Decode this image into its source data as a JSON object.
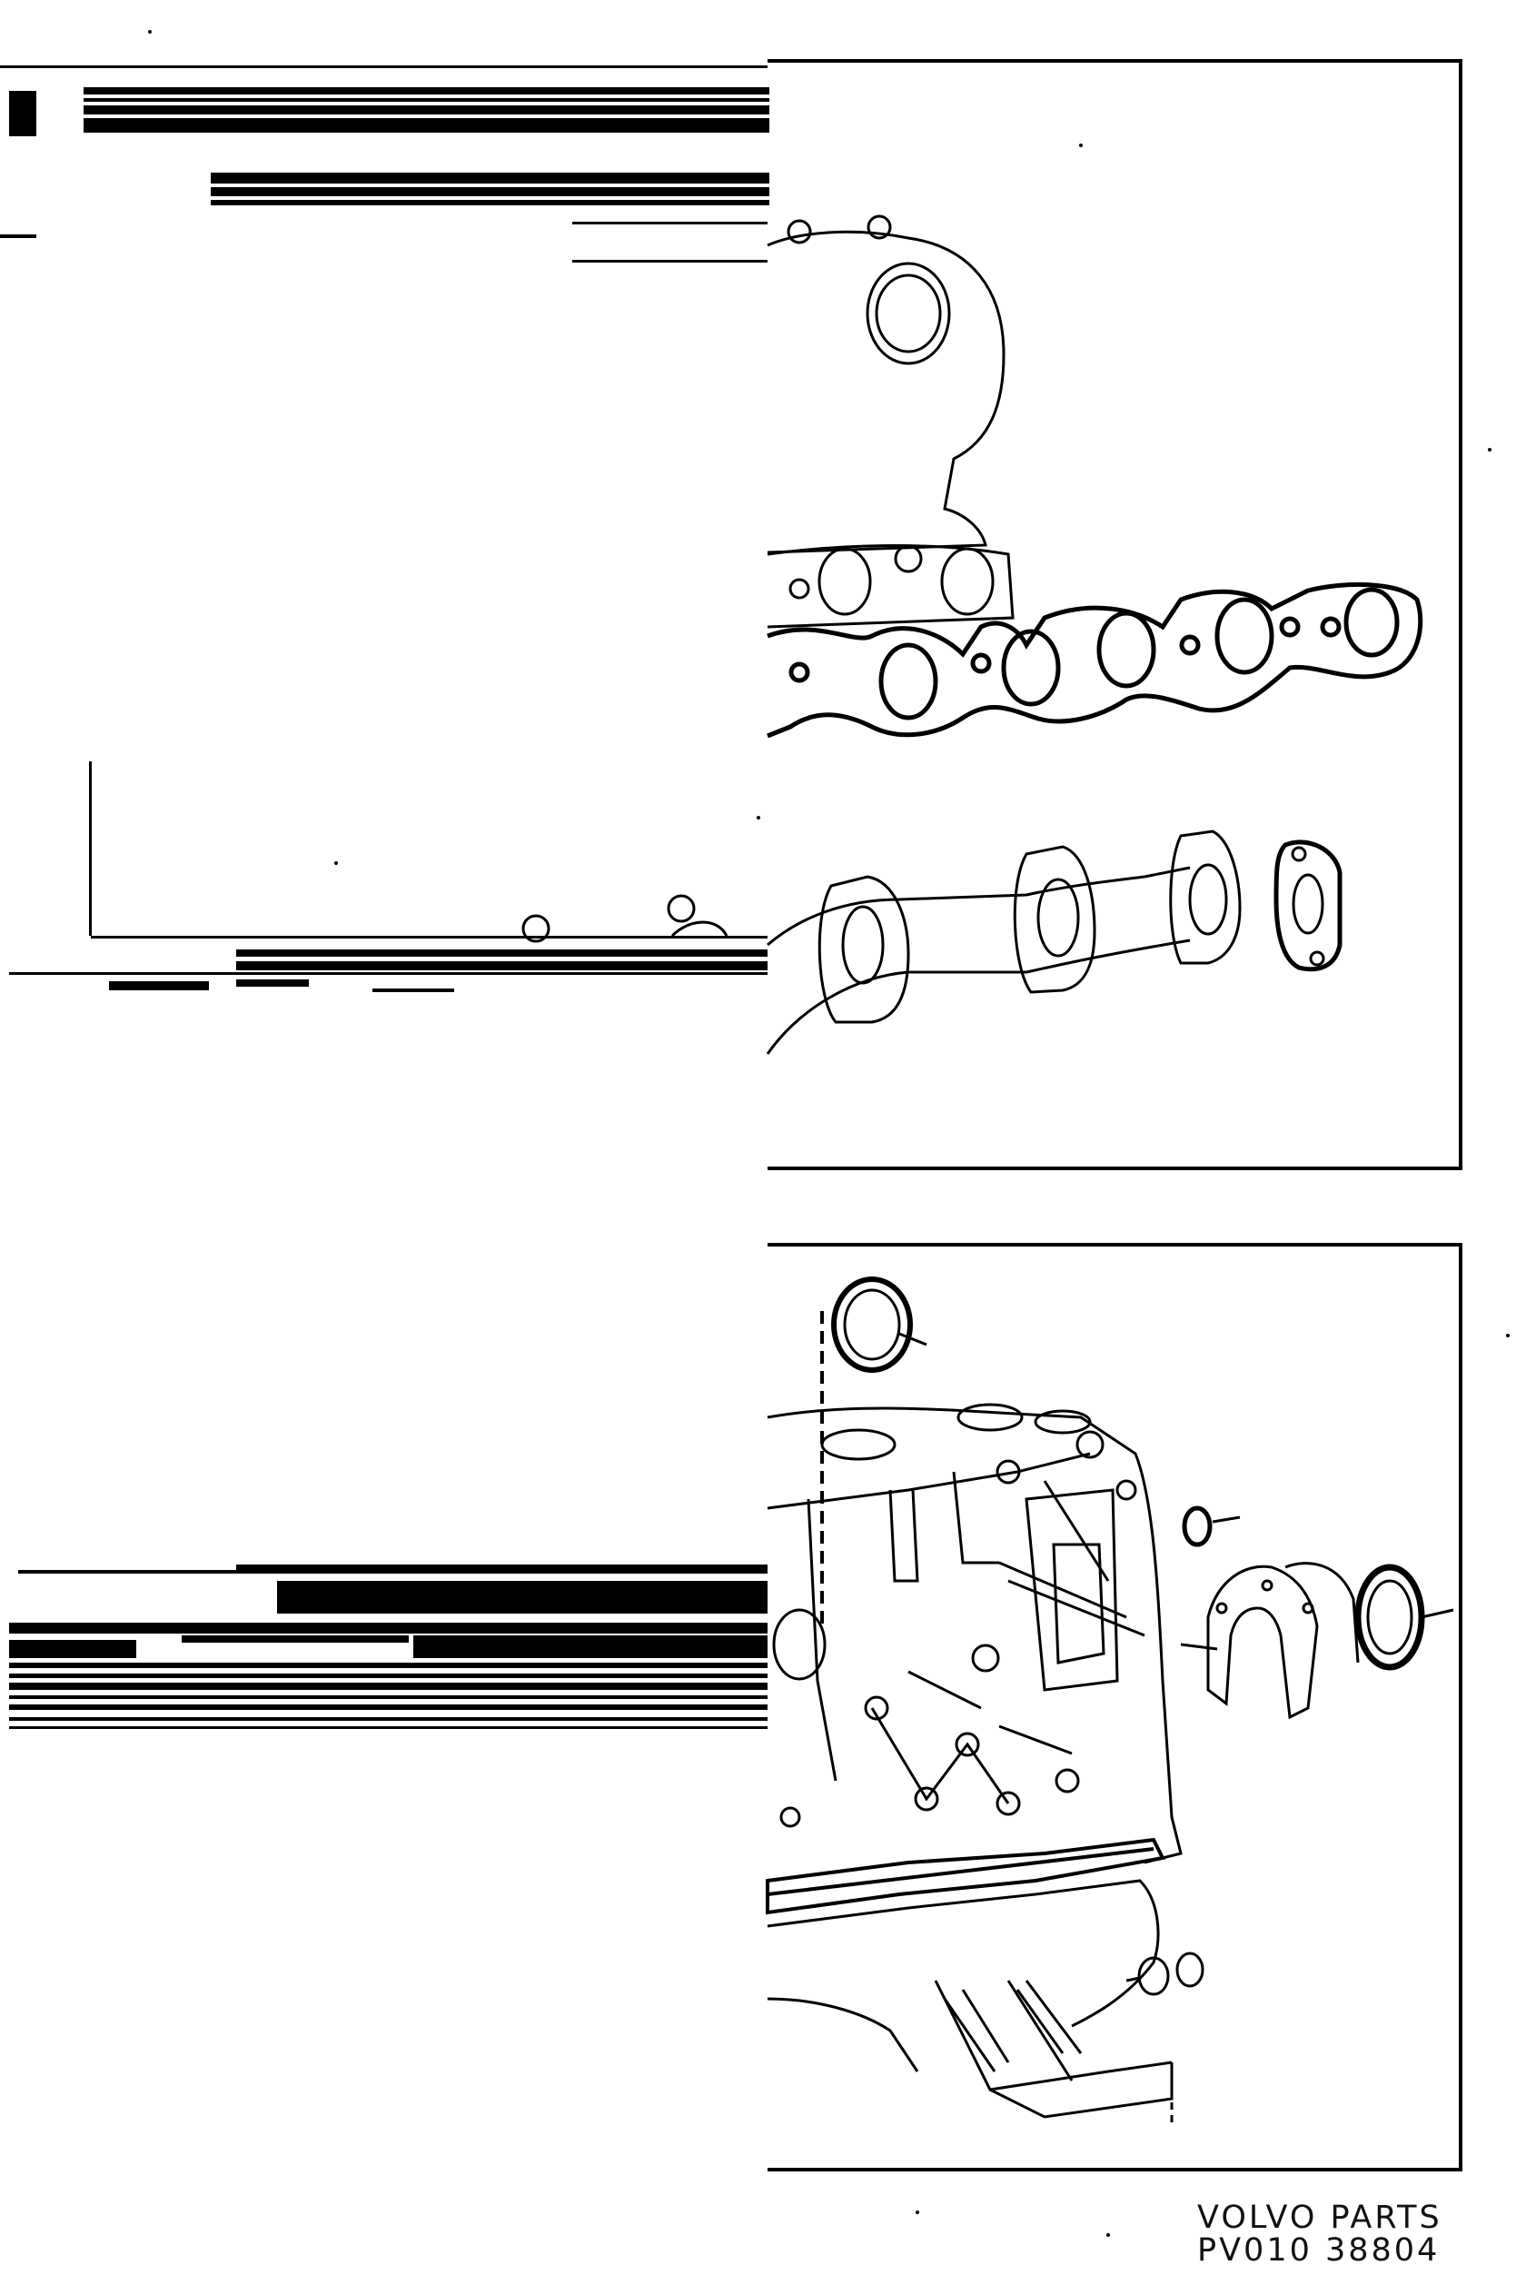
{
  "document": {
    "panels": [
      {
        "subject": "Intake manifold, manifold gasket and exhaust manifold with gasket"
      },
      {
        "subject": "Cylinder block with crankshaft seals, seal retainer, oil pan gasket and drain plug"
      }
    ],
    "footer": {
      "line1": "VOLVO PARTS",
      "line2": "PV010  38804"
    }
  }
}
